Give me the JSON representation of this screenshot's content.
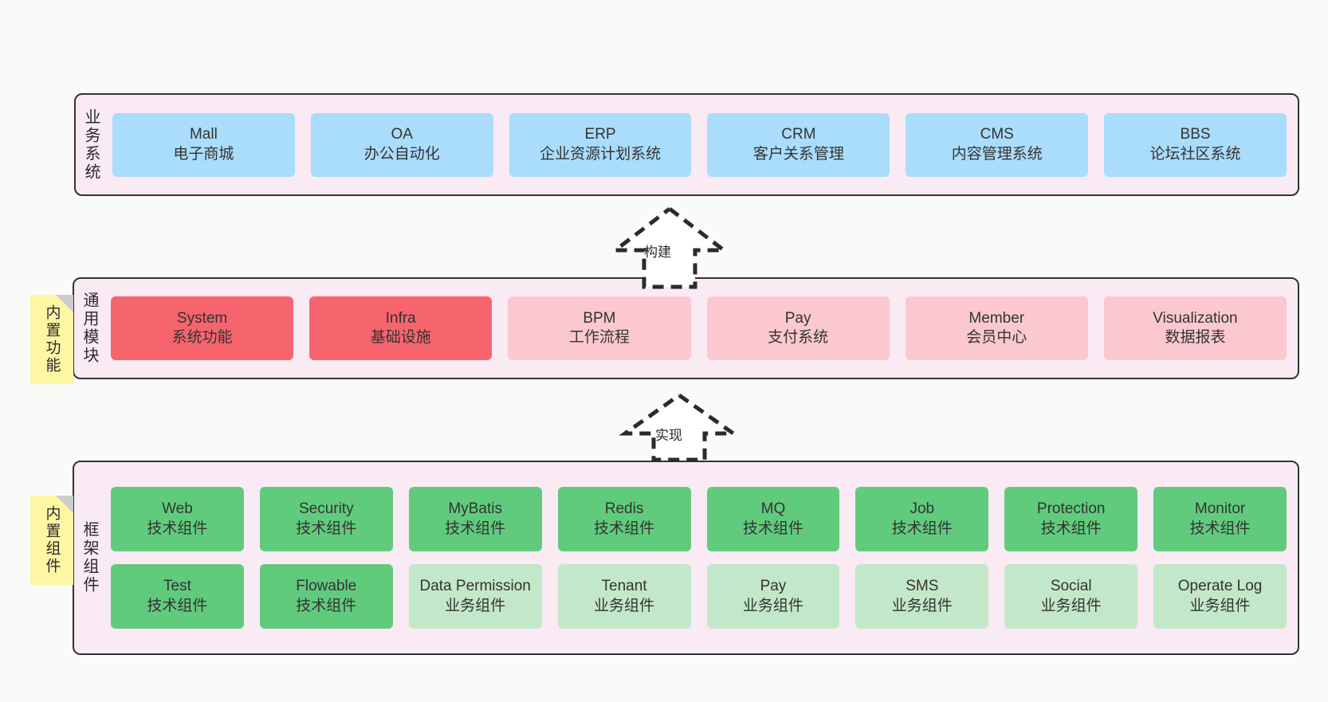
{
  "diagram": {
    "title": "",
    "colors": {
      "panel_bg": "#f9eaf4",
      "panel_border": "#333333",
      "blue": "#aadcfc",
      "red": "#f6656e",
      "pink": "#fbc8cf",
      "green": "#61cb7d",
      "light_green": "#c3e8c9",
      "note_yellow": "#fdf7a4",
      "note_fold": "#cccccc",
      "canvas_bg": "#fafaf8"
    }
  },
  "business_layer": {
    "label": "业务系统",
    "items": [
      {
        "en": "Mall",
        "cn": "电子商城",
        "color": "blue"
      },
      {
        "en": "OA",
        "cn": "办公自动化",
        "color": "blue"
      },
      {
        "en": "ERP",
        "cn": "企业资源计划系统",
        "color": "blue"
      },
      {
        "en": "CRM",
        "cn": "客户关系管理",
        "color": "blue"
      },
      {
        "en": "CMS",
        "cn": "内容管理系统",
        "color": "blue"
      },
      {
        "en": "BBS",
        "cn": "论坛社区系统",
        "color": "blue"
      }
    ]
  },
  "arrow_build": {
    "label": "构建"
  },
  "common_layer": {
    "label": "通用模块",
    "note": "内置功能",
    "items": [
      {
        "en": "System",
        "cn": "系统功能",
        "color": "red"
      },
      {
        "en": "Infra",
        "cn": "基础设施",
        "color": "red"
      },
      {
        "en": "BPM",
        "cn": "工作流程",
        "color": "pink"
      },
      {
        "en": "Pay",
        "cn": "支付系统",
        "color": "pink"
      },
      {
        "en": "Member",
        "cn": "会员中心",
        "color": "pink"
      },
      {
        "en": "Visualization",
        "cn": "数据报表",
        "color": "pink"
      }
    ]
  },
  "arrow_implement": {
    "label": "实现"
  },
  "framework_layer": {
    "label": "框架组件",
    "note": "内置组件",
    "row1": [
      {
        "en": "Web",
        "cn": "技术组件",
        "color": "green"
      },
      {
        "en": "Security",
        "cn": "技术组件",
        "color": "green"
      },
      {
        "en": "MyBatis",
        "cn": "技术组件",
        "color": "green"
      },
      {
        "en": "Redis",
        "cn": "技术组件",
        "color": "green"
      },
      {
        "en": "MQ",
        "cn": "技术组件",
        "color": "green"
      },
      {
        "en": "Job",
        "cn": "技术组件",
        "color": "green"
      },
      {
        "en": "Protection",
        "cn": "技术组件",
        "color": "green"
      },
      {
        "en": "Monitor",
        "cn": "技术组件",
        "color": "green"
      }
    ],
    "row2": [
      {
        "en": "Test",
        "cn": "技术组件",
        "color": "green"
      },
      {
        "en": "Flowable",
        "cn": "技术组件",
        "color": "green"
      },
      {
        "en": "Data Permission",
        "cn": "业务组件",
        "color": "light_green"
      },
      {
        "en": "Tenant",
        "cn": "业务组件",
        "color": "light_green"
      },
      {
        "en": "Pay",
        "cn": "业务组件",
        "color": "light_green"
      },
      {
        "en": "SMS",
        "cn": "业务组件",
        "color": "light_green"
      },
      {
        "en": "Social",
        "cn": "业务组件",
        "color": "light_green"
      },
      {
        "en": "Operate Log",
        "cn": "业务组件",
        "color": "light_green"
      }
    ]
  }
}
